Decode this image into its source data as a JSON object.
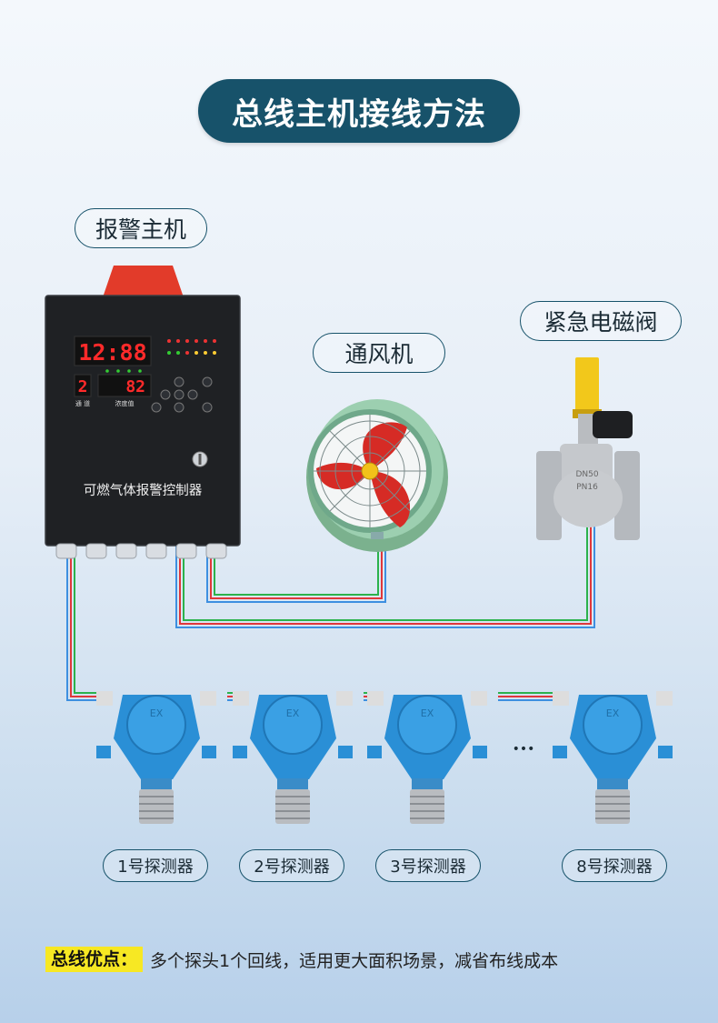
{
  "title": "总线主机接线方法",
  "labels": {
    "host": "报警主机",
    "fan": "通风机",
    "valve": "紧急电磁阀"
  },
  "controller": {
    "time_display": "12:88",
    "channel_display": "2",
    "channel_caption": "通 道",
    "concentration_display": "82",
    "concentration_caption": "浓度值",
    "panel_name": "可燃气体报警控制器"
  },
  "valve_markings": [
    "DN50",
    "PN16"
  ],
  "probes": [
    {
      "label": "1号探测器"
    },
    {
      "label": "2号探测器"
    },
    {
      "label": "3号探测器"
    },
    {
      "label": "8号探测器"
    }
  ],
  "ellipsis": "•••",
  "detector_badge": "EX",
  "footer": {
    "key": "总线优点：",
    "text": "多个探头1个回线，适用更大面积场景，减省布线成本"
  },
  "colors": {
    "pill_bg": "#17526a",
    "wire_red": "#e0373b",
    "wire_green": "#2bb24c",
    "wire_blue": "#3d8fe0",
    "detector_blue": "#2a8fd6",
    "highlight_yellow": "#f7e823"
  }
}
